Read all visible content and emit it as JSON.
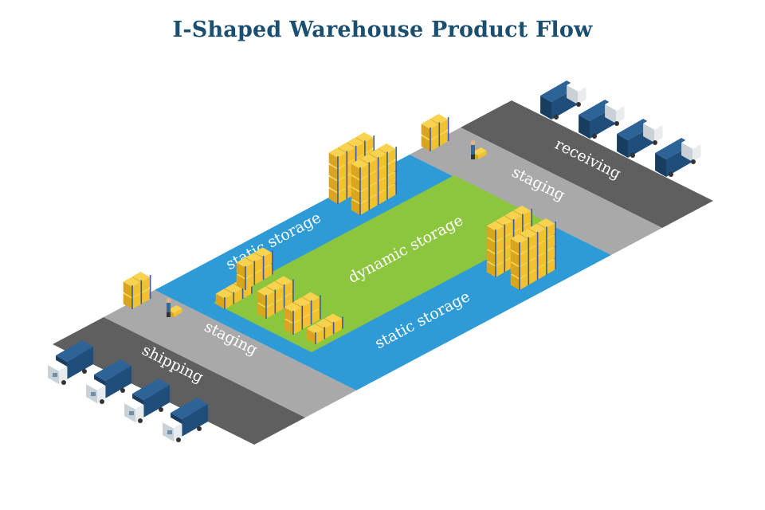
{
  "title": "I-Shaped Warehouse Product Flow",
  "zones": {
    "receiving": "receiving",
    "staging_receiving": "staging",
    "static_storage_upper": "static storage",
    "dynamic_storage": "dynamic storage",
    "static_storage_lower": "static storage",
    "staging_shipping": "staging",
    "shipping": "shipping"
  },
  "colors": {
    "title": "#1b4f72",
    "dock": "#5f5f5f",
    "staging": "#a9a9a9",
    "static_storage": "#2e9bd6",
    "dynamic_storage": "#8cc63f",
    "truck_cargo": "#1f4e7a",
    "truck_cab": "#e8ecef",
    "rack_box": "#f2c12e",
    "rack_frame": "#3a5da8"
  },
  "icons": {
    "truck": "truck-icon",
    "rack": "pallet-rack-icon",
    "worker": "worker-with-pallet-jack-icon"
  },
  "trucks": {
    "receiving_count": 4,
    "shipping_count": 4
  }
}
